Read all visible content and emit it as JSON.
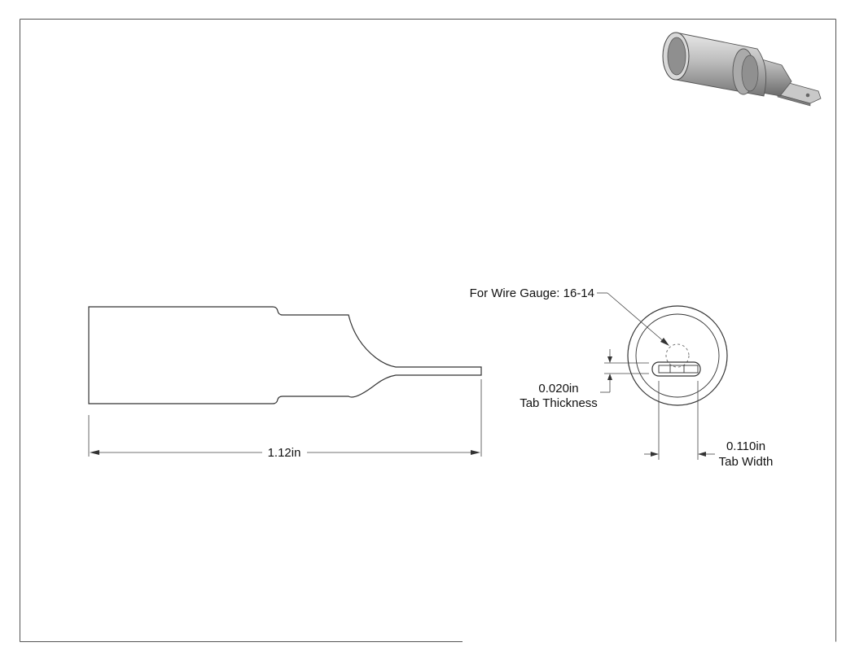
{
  "annotations": {
    "overall_length": "1.12in",
    "wire_gauge": "For Wire Gauge: 16-14",
    "tab_thickness_value": "0.020in",
    "tab_thickness_label": "Tab Thickness",
    "tab_width_value": "0.110in",
    "tab_width_label": "Tab Width"
  },
  "colors": {
    "line": "#333333",
    "frame": "#555555",
    "render_body": "#9a9a9a",
    "render_tab": "#8c8c8c"
  }
}
